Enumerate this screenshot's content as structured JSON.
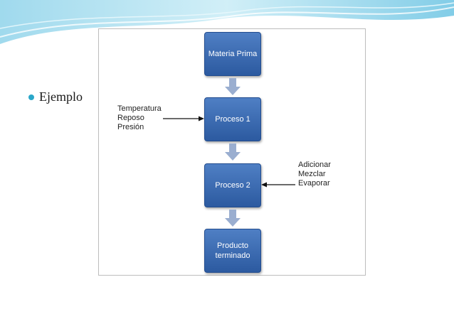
{
  "slide": {
    "bullet_text": "Ejemplo",
    "colors": {
      "accent": "#2aa7c9",
      "box_fill": "#3a6db5",
      "arrow": "#9aaed0"
    }
  },
  "diagram": {
    "steps": [
      {
        "id": "materia-prima",
        "label": "Materia Prima"
      },
      {
        "id": "proceso-1",
        "label": "Proceso 1"
      },
      {
        "id": "proceso-2",
        "label": "Proceso 2"
      },
      {
        "id": "producto-terminado",
        "label": "Producto\nterminado"
      }
    ],
    "inputs_proceso_1": "Temperatura\nReposo\nPresión",
    "inputs_proceso_2": "Adicionar\nMezclar\nEvaporar"
  }
}
